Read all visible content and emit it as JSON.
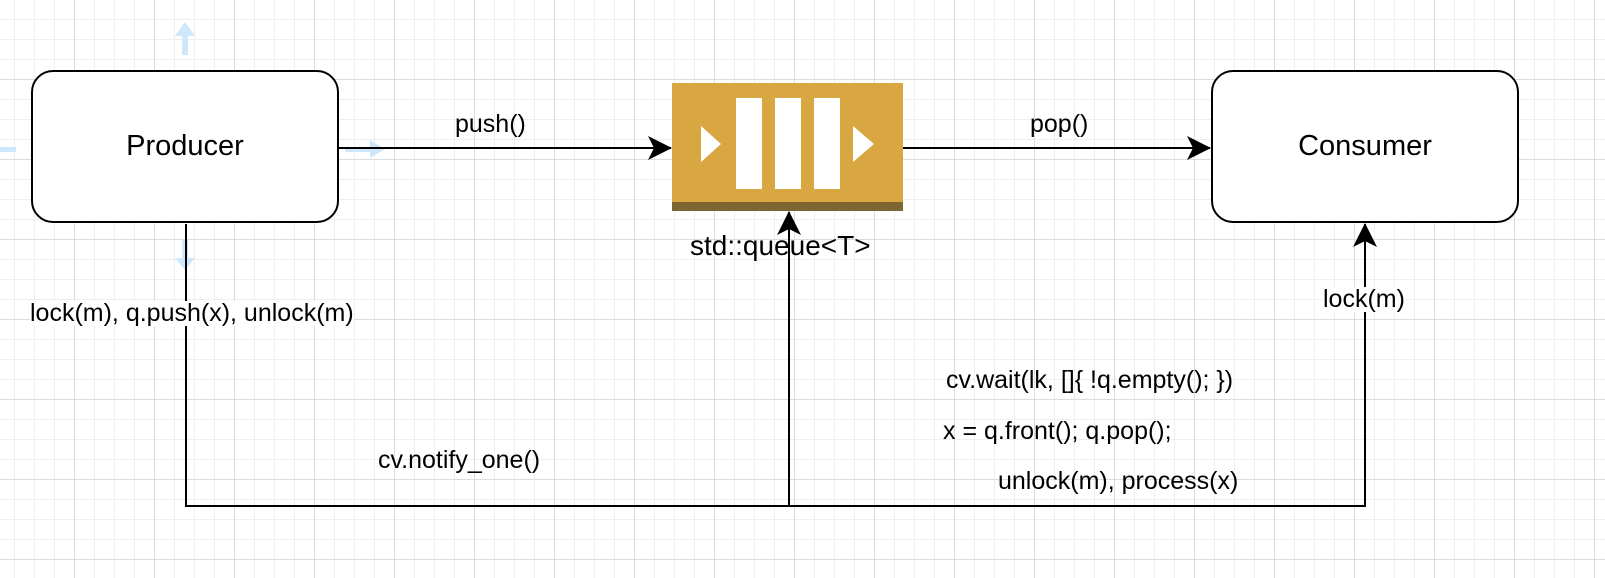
{
  "colors": {
    "queue_fill": "#d9a741",
    "queue_base": "#7d6632",
    "line": "#000000",
    "hint": "#cfe7fb"
  },
  "nodes": {
    "producer": "Producer",
    "consumer": "Consumer",
    "queue": "std::queue<T>"
  },
  "edges": {
    "push": "push()",
    "pop": "pop()",
    "producer_ops": "lock(m), q.push(x), unlock(m)",
    "notify": "cv.notify_one()",
    "consumer_lock": "lock(m)",
    "consumer_wait": "cv.wait(lk, []{ !q.empty(); })",
    "consumer_front": "x = q.front(); q.pop();",
    "consumer_unlock": "unlock(m), process(x)"
  },
  "icons": [
    "queue-icon",
    "arrow-up-hint-icon",
    "arrow-right-hint-icon",
    "arrow-down-hint-icon"
  ]
}
